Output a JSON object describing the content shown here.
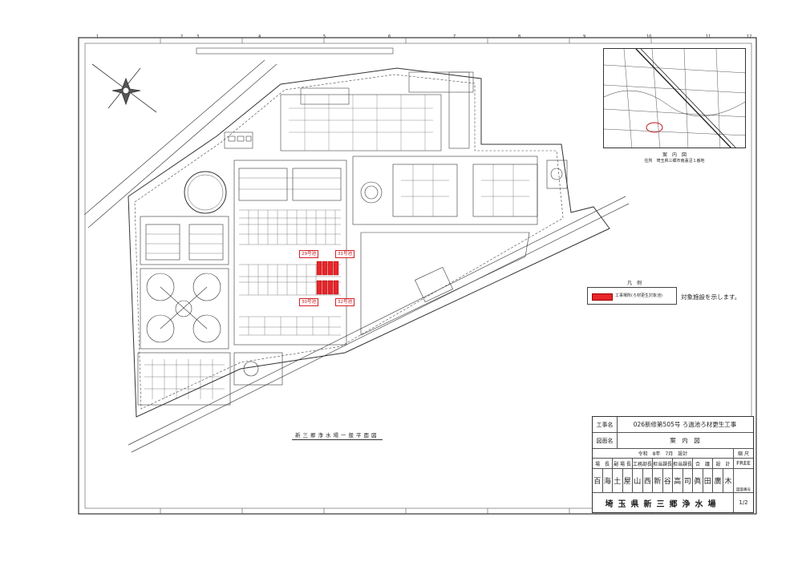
{
  "legend": {
    "title": "凡　例",
    "swatch_text": "工事場所(ろ材更生対象池)",
    "note": "対象施設を示します。",
    "swatch_color": "#e8252b"
  },
  "plan_caption": "新三郷浄水場一般平面図",
  "pool_labels": {
    "p29": "29号池",
    "p31": "31号池",
    "p30": "30号池",
    "p32": "32号池"
  },
  "inset_map": {
    "caption": "案　内　図",
    "address": "住所　埼玉県三郷市南蓮沼１番地"
  },
  "title_block": {
    "project_label": "工事名",
    "project_name": "026新修第505号 ろ過池ろ材更生工事",
    "drawing_label": "図面名",
    "drawing_name": "案　内　図",
    "date": "令和　8年　7月　設計",
    "scale_label": "縮 尺",
    "scale_value": "FREE",
    "drawing_no_label": "図面番号",
    "drawing_no": "1/2",
    "office": "埼玉県新三郷浄水場",
    "roles": [
      "場　長",
      "副 場 長",
      "工務部長",
      "担当課長",
      "担当課長",
      "合　議",
      "設　計"
    ],
    "names": [
      "百",
      "海",
      "土",
      "屋",
      "山",
      "西",
      "新",
      "谷",
      "高",
      "司",
      "眞",
      "田",
      "廣",
      "木"
    ]
  },
  "border_numbers": [
    "1",
    "2",
    "3",
    "4",
    "5",
    "6",
    "7",
    "8",
    "9",
    "10",
    "11",
    "12"
  ]
}
